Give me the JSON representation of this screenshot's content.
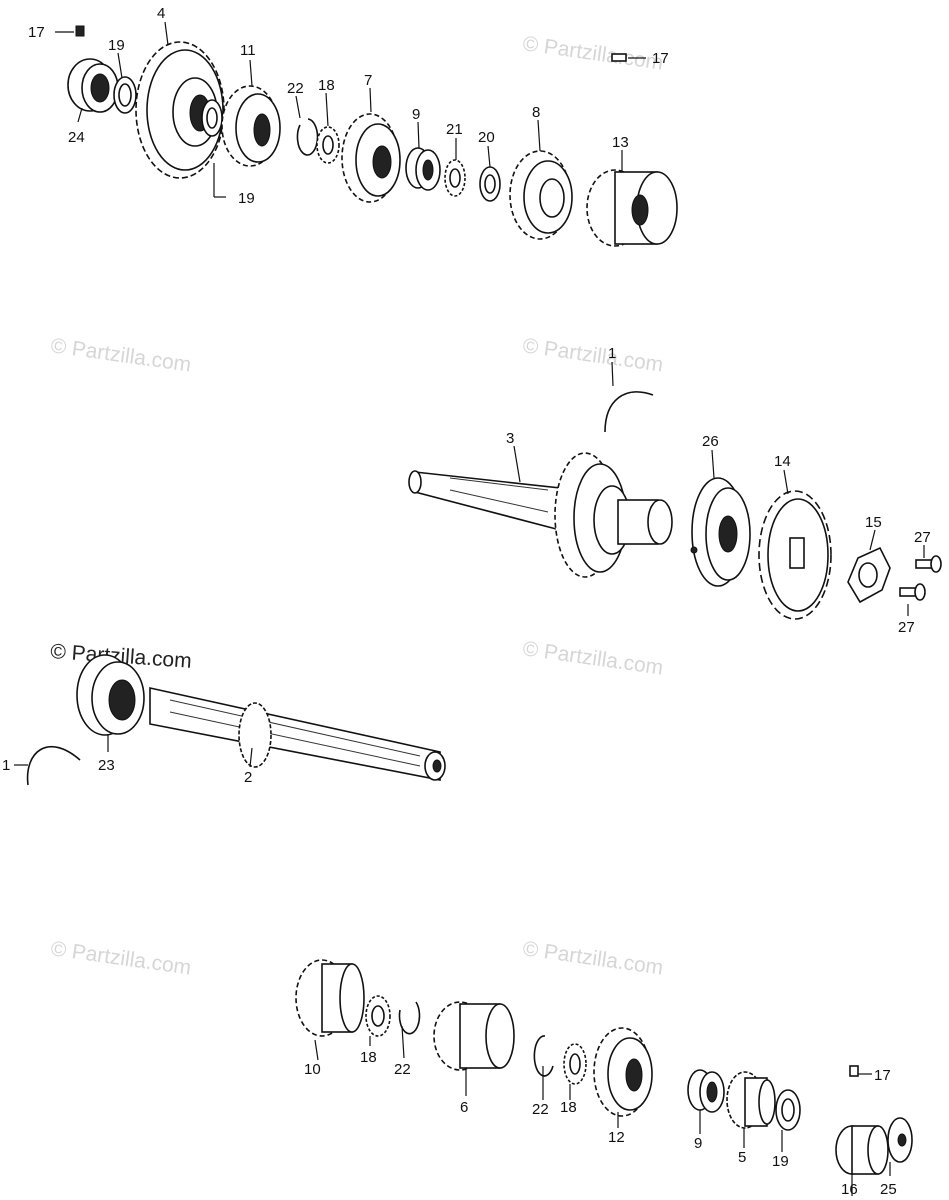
{
  "watermark": "© Partzilla.com",
  "labels": {
    "l1a": "1",
    "l1b": "1",
    "l2": "2",
    "l3": "3",
    "l4": "4",
    "l5": "5",
    "l6": "6",
    "l7": "7",
    "l8": "8",
    "l9a": "9",
    "l9b": "9",
    "l10": "10",
    "l11": "11",
    "l12": "12",
    "l13": "13",
    "l14": "14",
    "l15": "15",
    "l16": "16",
    "l17a": "17",
    "l17b": "17",
    "l17c": "17",
    "l18a": "18",
    "l18b": "18",
    "l18c": "18",
    "l19a": "19",
    "l19b": "19",
    "l19c": "19",
    "l20": "20",
    "l21": "21",
    "l22a": "22",
    "l22b": "22",
    "l22c": "22",
    "l23": "23",
    "l24": "24",
    "l25": "25",
    "l26": "26",
    "l27a": "27",
    "l27b": "27"
  }
}
